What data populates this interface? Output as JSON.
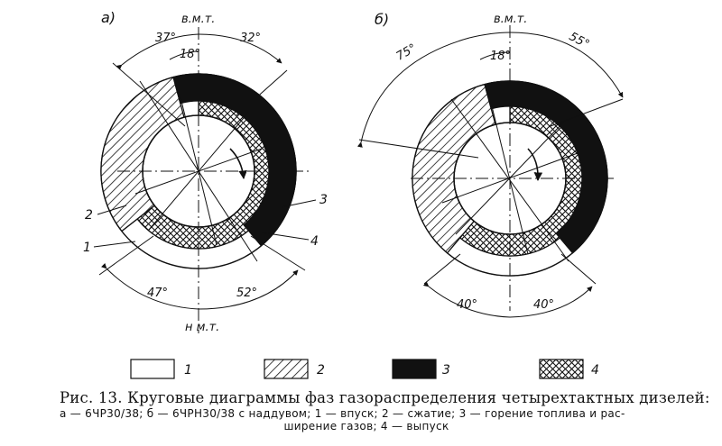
{
  "diagrams": [
    {
      "panel_label": "а)",
      "tdc_label": "в.м.т.",
      "bdc_label": "н м.т.",
      "angles": {
        "top_left": "37°",
        "top_right": "32°",
        "inner_top": "18°",
        "bottom_left": "47°",
        "bottom_right": "52°"
      },
      "callouts": [
        "2",
        "1",
        "3",
        "4"
      ]
    },
    {
      "panel_label": "б)",
      "tdc_label": "в.м.т.",
      "angles": {
        "top_left": "75°",
        "top_right": "55°",
        "inner_top": "18°",
        "bottom_left": "40°",
        "bottom_right": "40°"
      }
    }
  ],
  "legend": [
    {
      "number": "1",
      "fill": "white"
    },
    {
      "number": "2",
      "fill": "hatch"
    },
    {
      "number": "3",
      "fill": "black"
    },
    {
      "number": "4",
      "fill": "crosshatch"
    }
  ],
  "caption": {
    "line1": "Рис. 13. Круговые диаграммы фаз газораспределения четырехтактных дизелей:",
    "line2": "а — 6ЧР30/38; б — 6ЧРН30/38 с наддувом; 1 — впуск; 2 — сжатие; 3 — горение топлива и рас-",
    "line3": "ширение газов; 4 — выпуск"
  },
  "colors": {
    "ink": "#111111",
    "paper": "#ffffff"
  }
}
